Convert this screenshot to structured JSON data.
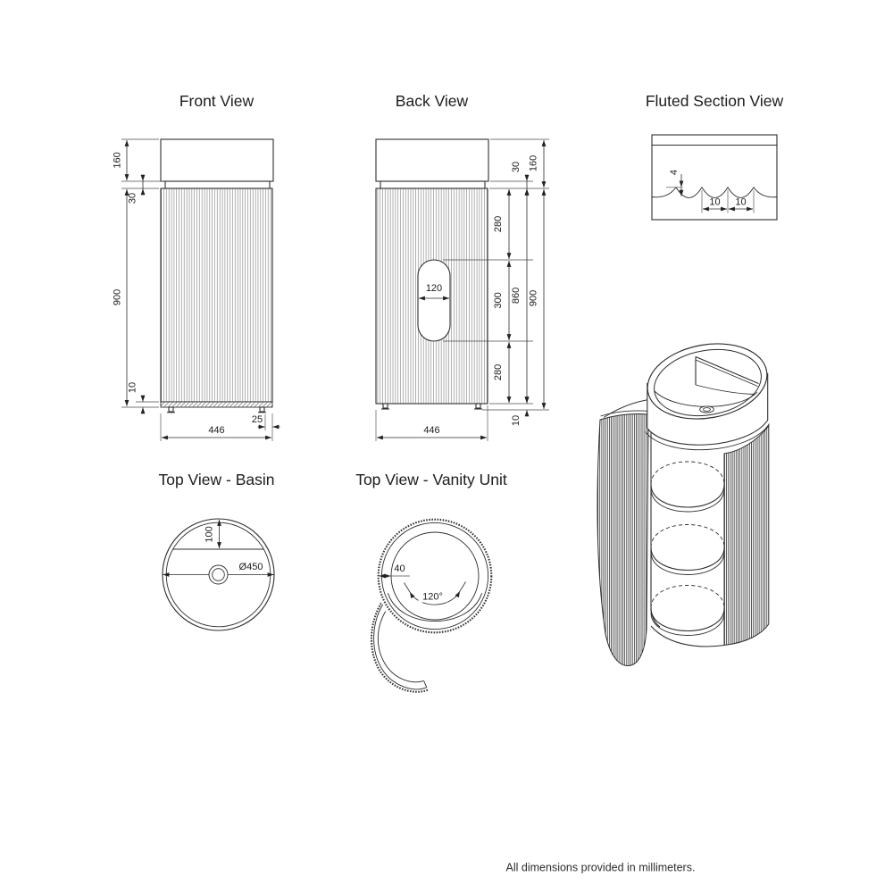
{
  "views": {
    "front": {
      "title": "Front View",
      "dims": {
        "h160": "160",
        "h30": "30",
        "h900": "900",
        "h10": "10",
        "w446": "446",
        "w25": "25"
      }
    },
    "back": {
      "title": "Back View",
      "dims": {
        "h30": "30",
        "h160": "160",
        "d280_top": "280",
        "d300": "300",
        "d280_bottom": "280",
        "w120": "120",
        "h860": "860",
        "h900": "900",
        "h10": "10",
        "w446": "446"
      }
    },
    "section": {
      "title": "Fluted Section View",
      "dims": {
        "depth4": "4",
        "w10a": "10",
        "w10b": "10"
      }
    },
    "top_basin": {
      "title": "Top View - Basin",
      "dims": {
        "offset100": "100",
        "dia": "Ø450"
      }
    },
    "top_vanity": {
      "title": "Top View - Vanity Unit",
      "dims": {
        "wall40": "40",
        "angle": "120°"
      }
    }
  },
  "footer": {
    "note": "All dimensions provided in millimeters."
  },
  "colors": {
    "line": "#2e2e2e",
    "dim_text": "#1c1c1c",
    "background": "#ffffff"
  }
}
